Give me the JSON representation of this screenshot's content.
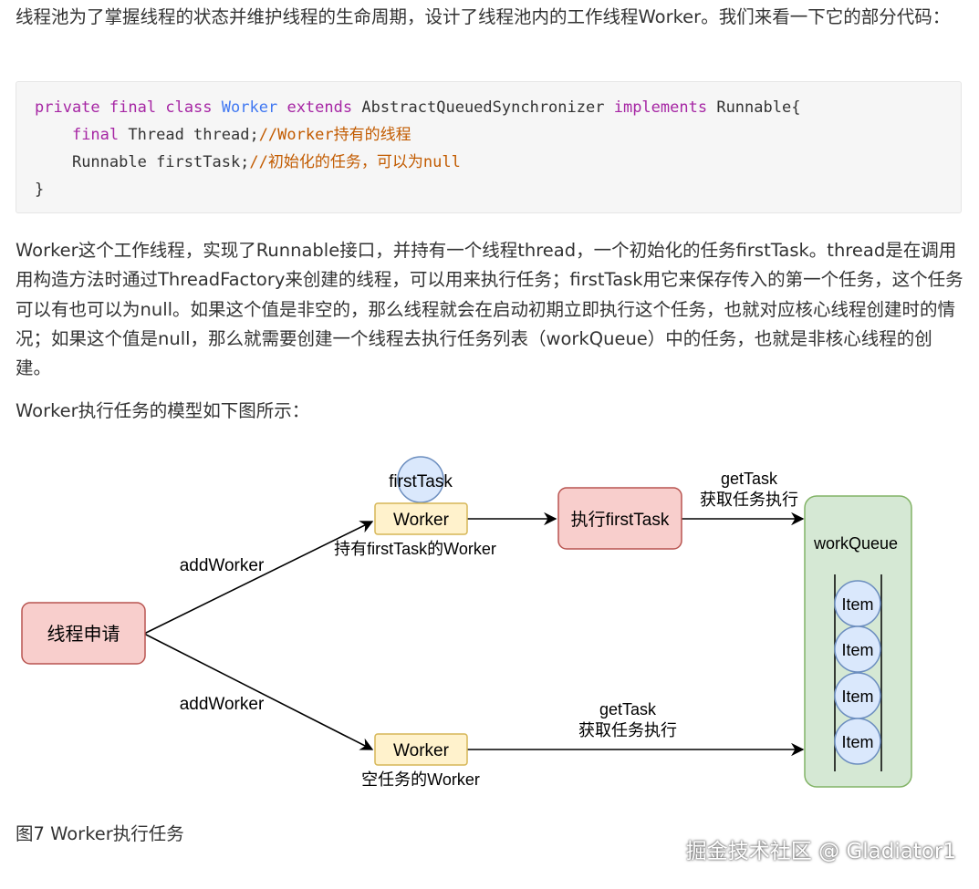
{
  "intro_text": "线程池为了掌握线程的状态并维护线程的生命周期，设计了线程池内的工作线程Worker。我们来看一下它的部分代码：",
  "code": {
    "line1": {
      "kw1": "private",
      "kw2": "final",
      "kw3": "class",
      "class_name": "Worker",
      "kw4": "extends",
      "parent": "AbstractQueuedSynchronizer",
      "kw5": "implements",
      "iface": "Runnable{"
    },
    "line2": {
      "indent": "    ",
      "kw": "final",
      "decl": "Thread thread;",
      "comment": "//Worker持有的线程"
    },
    "line3": {
      "indent": "    ",
      "decl": "Runnable firstTask;",
      "comment": "//初始化的任务，可以为null"
    },
    "line4": {
      "text": "}"
    }
  },
  "description_text": "Worker这个工作线程，实现了Runnable接口，并持有一个线程thread，一个初始化的任务firstTask。thread是在调用用构造方法时通过ThreadFactory来创建的线程，可以用来执行任务；firstTask用它来保存传入的第一个任务，这个任务可以有也可以为null。如果这个值是非空的，那么线程就会在启动初期立即执行这个任务，也就对应核心线程创建时的情况；如果这个值是null，那么就需要创建一个线程去执行任务列表（workQueue）中的任务，也就是非核心线程的创建。",
  "model_intro_text": "Worker执行任务的模型如下图所示：",
  "diagram": {
    "request_label": "线程申请",
    "first_task_label": "firstTask",
    "worker_top_label": "Worker",
    "worker_top_caption": "持有firstTask的Worker",
    "worker_bottom_label": "Worker",
    "worker_bottom_caption": "空任务的Worker",
    "add_worker_top": "addWorker",
    "add_worker_bottom": "addWorker",
    "execute_label": "执行firstTask",
    "get_task_top_line1": "getTask",
    "get_task_top_line2": "获取任务执行",
    "get_task_bottom_line1": "getTask",
    "get_task_bottom_line2": "获取任务执行",
    "queue_label": "workQueue",
    "queue_items": [
      "Item",
      "Item",
      "Item",
      "Item"
    ],
    "colors": {
      "red_fill": "#f8cecc",
      "red_stroke": "#b85450",
      "yellow_fill": "#fff2cc",
      "yellow_stroke": "#d6b656",
      "blue_fill": "#dae8fc",
      "blue_stroke": "#6c8ebf",
      "green_fill": "#d5e8d4",
      "green_stroke": "#82b366"
    }
  },
  "caption": "图7 Worker执行任务",
  "watermark": "掘金技术社区 @ Gladiator1"
}
